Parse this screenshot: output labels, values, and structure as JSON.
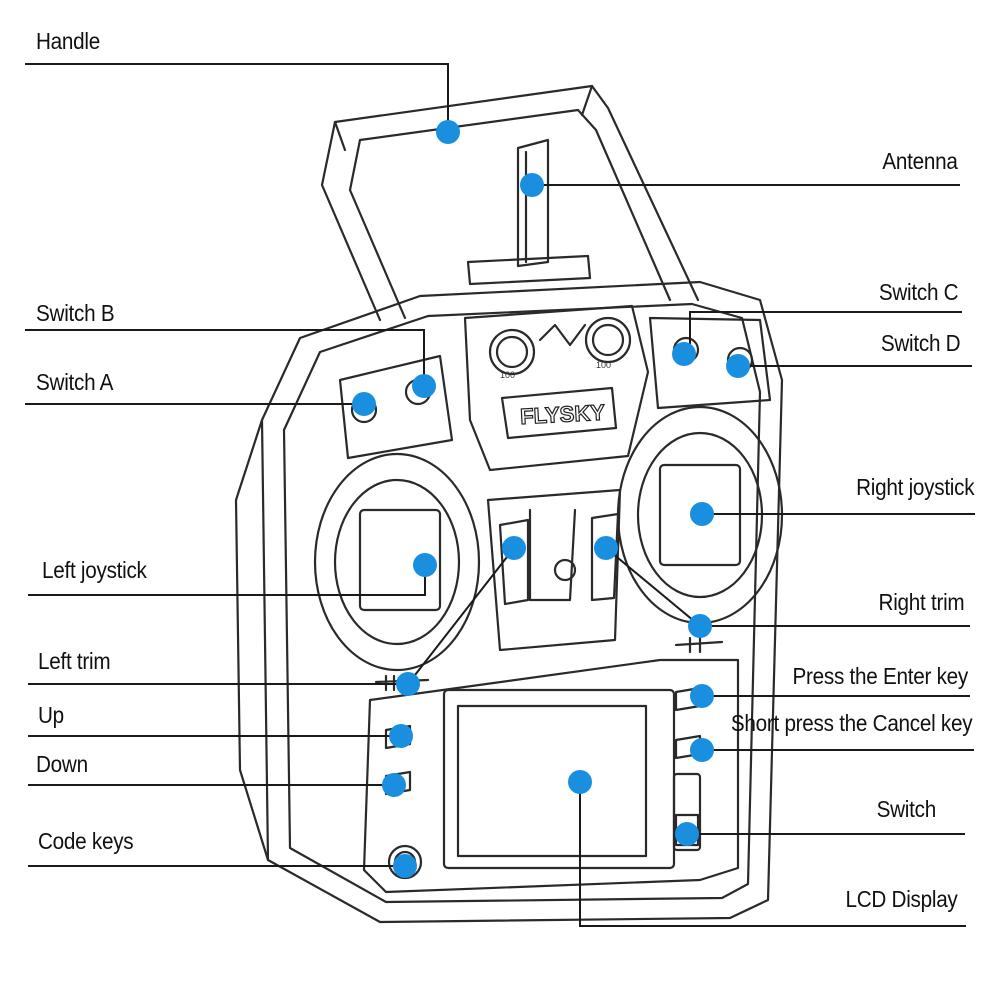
{
  "diagram": {
    "brand": "FLYSKY",
    "knob_left_text": "100",
    "knob_right_text": "100",
    "marker_color": "#1a8fe0",
    "line_color": "#1a1a1a",
    "labels": {
      "handle": "Handle",
      "antenna": "Antenna",
      "switch_b": "Switch B",
      "switch_c": "Switch C",
      "switch_a": "Switch A",
      "switch_d": "Switch D",
      "right_joystick": "Right joystick",
      "left_joystick": "Left joystick",
      "right_trim": "Right trim",
      "left_trim": "Left trim",
      "press_enter": "Press the Enter key",
      "up": "Up",
      "short_press_cancel": "Short press the Cancel key",
      "down": "Down",
      "switch": "Switch",
      "code_keys": "Code keys",
      "lcd_display": "LCD Display"
    }
  }
}
